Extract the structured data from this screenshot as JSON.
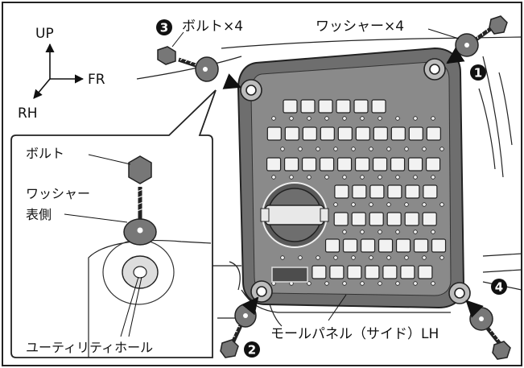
{
  "axes": {
    "up": "UP",
    "forward": "FR",
    "right": "RH"
  },
  "callouts": {
    "bolt_x4": "ボルト×4",
    "washer_x4": "ワッシャー×4",
    "mall_panel": "モールパネル（サイド）LH"
  },
  "inset": {
    "bolt": "ボルト",
    "washer_line1": "ワッシャー",
    "washer_line2": "表側",
    "utility_hole": "ユーティリティホール"
  },
  "markers": [
    "1",
    "2",
    "3",
    "4"
  ],
  "colors": {
    "panel": "#6e6e6e",
    "panel_dark": "#555555",
    "line": "#111111",
    "frame": "#222222"
  }
}
